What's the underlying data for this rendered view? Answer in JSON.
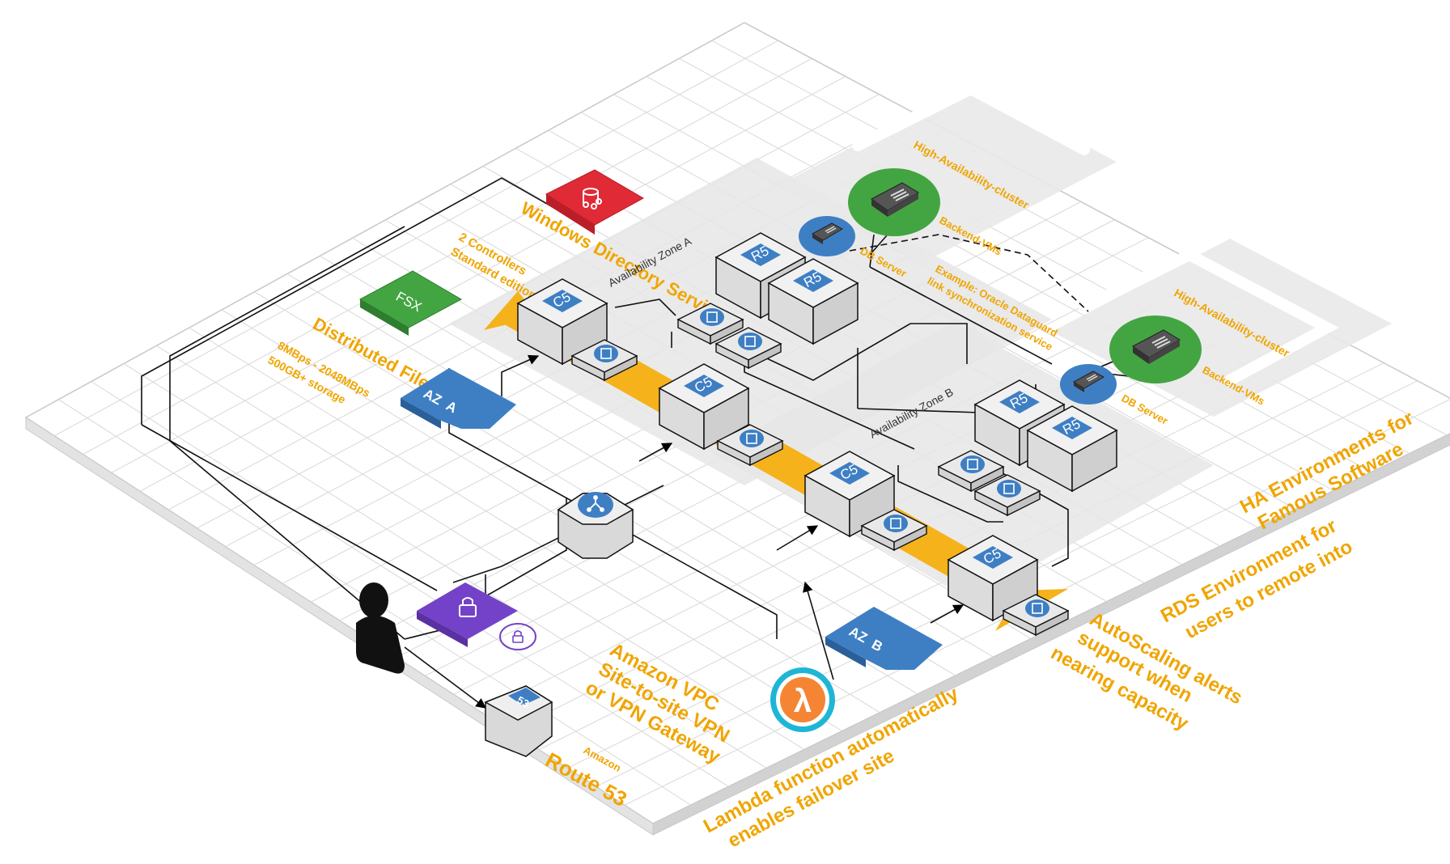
{
  "colors": {
    "accent": "#f0a500",
    "arrow": "#f5b21b",
    "blue": "#3e7fc4",
    "red": "#e02a36",
    "green": "#43a542",
    "purple": "#7442c8",
    "lambda_orange": "#f58534",
    "lambda_ring": "#1fb6d5",
    "grid": "#d8d8d8",
    "zone": "#e6e6e6"
  },
  "labels": {
    "windows_title": "Windows Directory Service",
    "windows_sub1": "2 Controllers",
    "windows_sub2": "Standard edition",
    "fsx_icon": "FSX",
    "fsx_title": "Distributed File Service",
    "fsx_sub1": "8MBps - 2048MBps",
    "fsx_sub2": "500GB+ storage",
    "az_a_prefix": "AZ",
    "az_a_letter": "A",
    "az_b_prefix": "AZ",
    "az_b_letter": "B",
    "zone_a": "Availability Zone A",
    "zone_b": "Availability Zone B",
    "ha_cluster": "High-Availability-cluster",
    "backend_vms": "Backend-VMs",
    "db_server": "DB Server",
    "dataguard1": "Example: Oracle Dataguard",
    "dataguard2": "link synchronization service",
    "c5": "C5",
    "r5": "R5",
    "vpc1": "Amazon VPC",
    "vpc2": "Site-to-site VPN",
    "vpc3": "or VPN Gateway",
    "route53_small": "Amazon",
    "route53": "Route 53",
    "route53_badge": "53",
    "lambda1": "Lambda function automatically",
    "lambda2": "enables failover site",
    "autoscale1": "AutoScaling alerts",
    "autoscale2": "support when",
    "autoscale3": "nearing capacity",
    "rds1": "RDS Environment for",
    "rds2": "users to remote into",
    "ha_env1": "HA Environments for",
    "ha_env2": "Famous Software",
    "lambda_glyph": "λ"
  }
}
